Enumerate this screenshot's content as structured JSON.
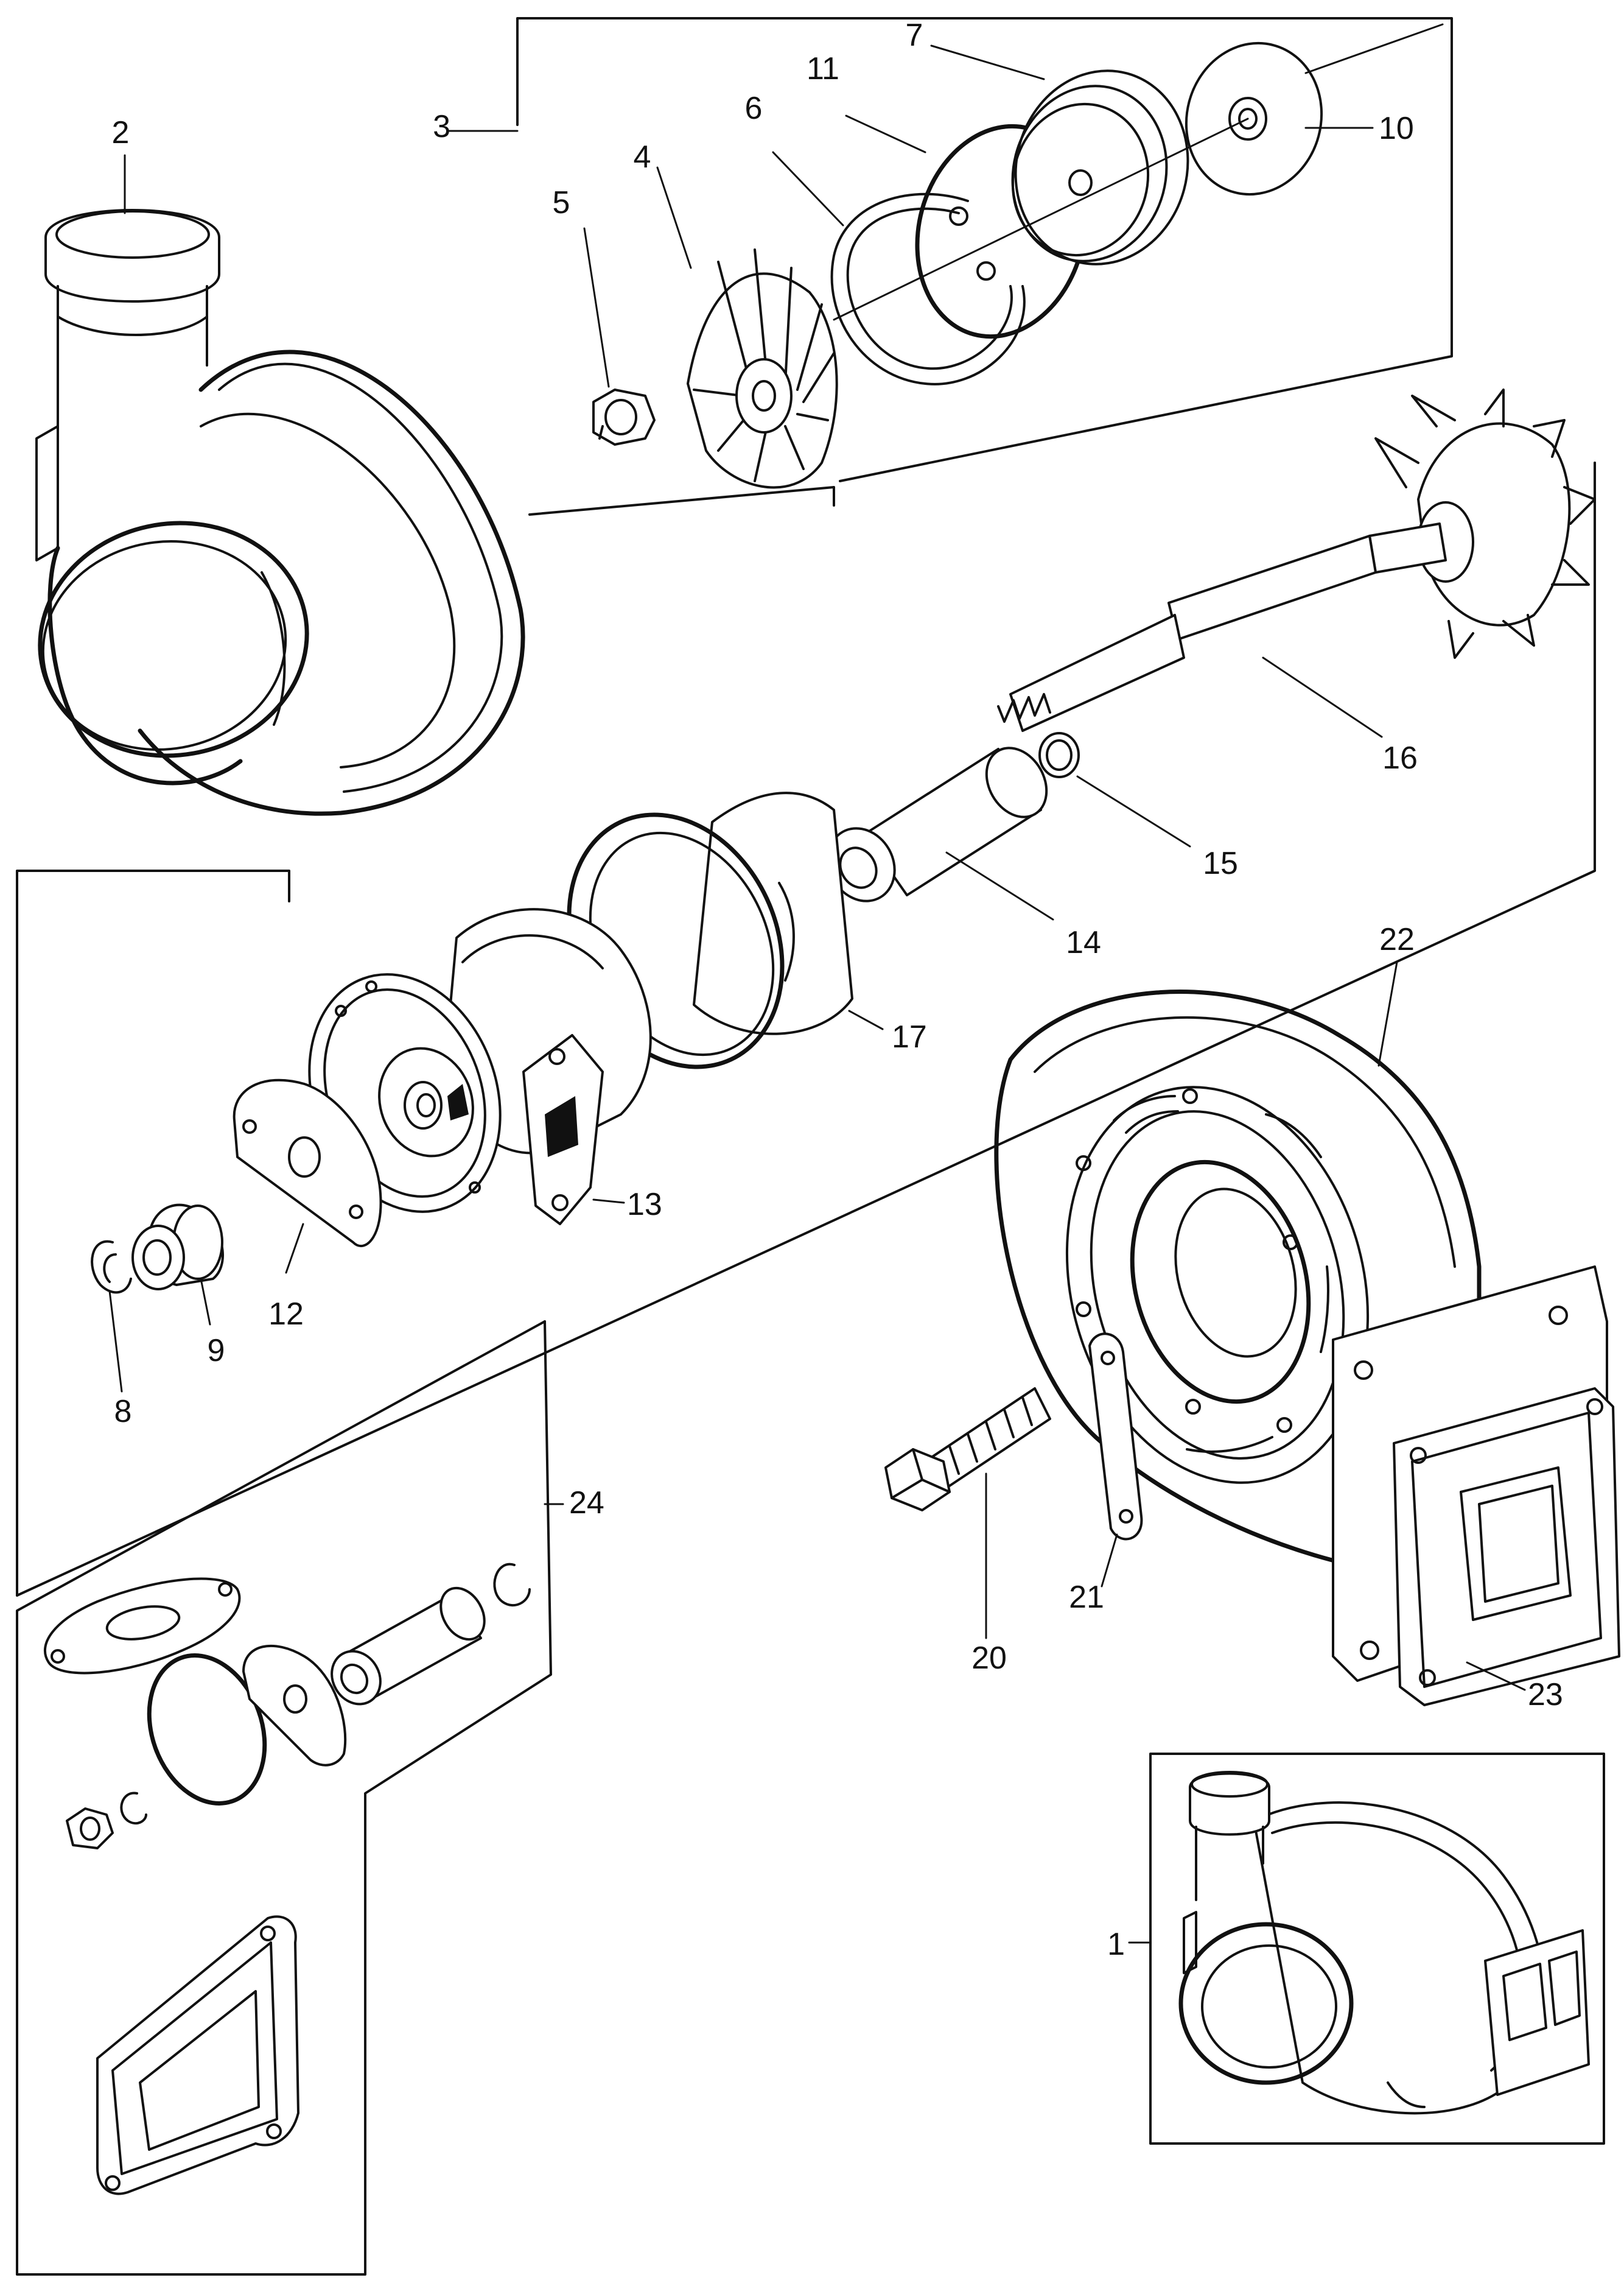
{
  "callouts": {
    "c1": "1",
    "c2": "2",
    "c3": "3",
    "c4": "4",
    "c5": "5",
    "c6": "6",
    "c7": "7",
    "c8": "8",
    "c9": "9",
    "c10": "10",
    "c11": "11",
    "c12": "12",
    "c13": "13",
    "c14": "14",
    "c15": "15",
    "c16": "16",
    "c17": "17",
    "c20": "20",
    "c21": "21",
    "c22": "22",
    "c23": "23",
    "c24": "24"
  }
}
